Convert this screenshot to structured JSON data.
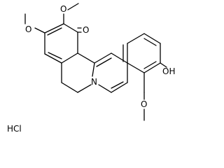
{
  "molecule": {
    "atoms": {
      "carbonyl_o": "O",
      "ring_n": "N",
      "hydroxyl": "OH",
      "salt": "HCl"
    },
    "bond_color": "#000000",
    "background": "#ffffff"
  }
}
